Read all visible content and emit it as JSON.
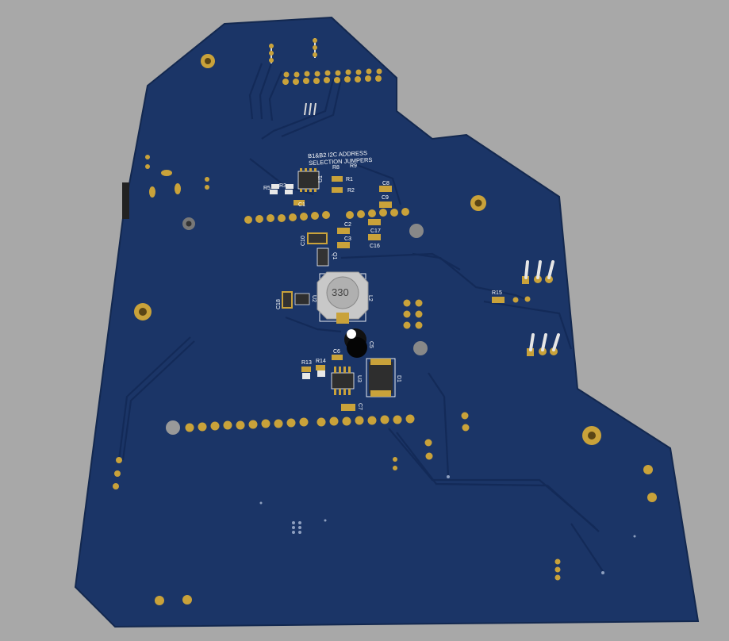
{
  "colors": {
    "background": "#a8a8a8",
    "board": "#1b3567",
    "board_edge": "#15294f",
    "trace": "#142a58",
    "gold": "#c9a23a",
    "silkscreen": "#ffffff",
    "chip": "#2e2e2e"
  },
  "silkscreen": {
    "jumper_note_line1": "B1&B2 I2C ADDRESS",
    "jumper_note_line2": "SELECTION JUMPERS",
    "inductor_value": "330"
  },
  "designators": {
    "R5": "R5",
    "R3": "R3",
    "R1": "R1",
    "R2": "R2",
    "R8": "R8",
    "R9": "R9",
    "U1": "U1",
    "C1": "C1",
    "C2": "C2",
    "C3": "C3",
    "C8": "C8",
    "C9": "C9",
    "C16": "C16",
    "C17": "C17",
    "C10": "C10",
    "C18": "C18",
    "Q1": "Q1",
    "U2": "U2",
    "L2": "L2",
    "R15": "R15",
    "C5": "C5",
    "C6": "C6",
    "R13": "R13",
    "R14": "R14",
    "U3": "U3",
    "D1": "D1",
    "C7": "C7"
  }
}
